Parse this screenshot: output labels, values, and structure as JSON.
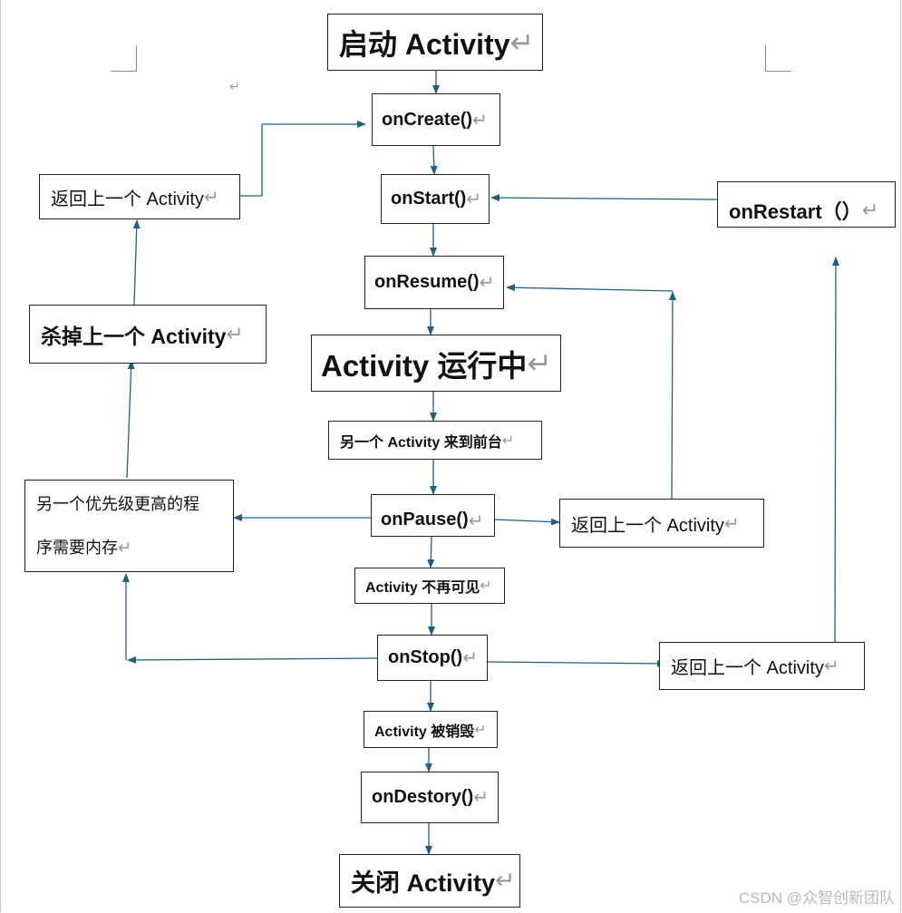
{
  "diagram": {
    "nodes": {
      "start": {
        "label": "启动 Activity"
      },
      "on_create": {
        "label": "onCreate()"
      },
      "on_start": {
        "label": "onStart()"
      },
      "on_restart": {
        "label": "onRestart（）"
      },
      "on_resume": {
        "label": "onResume()"
      },
      "running": {
        "label": "Activity 运行中"
      },
      "another_front": {
        "label": "另一个 Activity 来到前台"
      },
      "on_pause": {
        "label": "onPause()"
      },
      "not_visible": {
        "label": "Activity 不再可见"
      },
      "on_stop": {
        "label": "onStop()"
      },
      "destroyed": {
        "label": "Activity 被销毁"
      },
      "on_destroy": {
        "label": "onDestory()"
      },
      "close": {
        "label": "关闭 Activity"
      },
      "kill_prev": {
        "label": "杀掉上一个 Activity"
      },
      "back_top_left": {
        "label": "返回上一个 Activity"
      },
      "low_memory": {
        "line1": "另一个优先级更高的程",
        "line2": "序需要内存"
      },
      "back_from_pause": {
        "label": "返回上一个 Activity"
      },
      "back_from_stop": {
        "label": "返回上一个 Activity"
      }
    },
    "return_mark": "↵",
    "edges": [
      {
        "from": "start",
        "to": "on_create"
      },
      {
        "from": "on_create",
        "to": "on_start"
      },
      {
        "from": "on_start",
        "to": "on_resume"
      },
      {
        "from": "on_resume",
        "to": "running"
      },
      {
        "from": "running",
        "to": "another_front"
      },
      {
        "from": "another_front",
        "to": "on_pause"
      },
      {
        "from": "on_pause",
        "to": "not_visible"
      },
      {
        "from": "not_visible",
        "to": "on_stop"
      },
      {
        "from": "on_stop",
        "to": "destroyed"
      },
      {
        "from": "destroyed",
        "to": "on_destroy"
      },
      {
        "from": "on_destroy",
        "to": "close"
      },
      {
        "from": "on_pause",
        "to": "low_memory"
      },
      {
        "from": "on_stop",
        "to": "low_memory"
      },
      {
        "from": "low_memory",
        "to": "kill_prev"
      },
      {
        "from": "kill_prev",
        "to": "back_top_left"
      },
      {
        "from": "back_top_left",
        "to": "on_create"
      },
      {
        "from": "on_pause",
        "to": "back_from_pause"
      },
      {
        "from": "back_from_pause",
        "to": "on_resume"
      },
      {
        "from": "on_stop",
        "to": "back_from_stop"
      },
      {
        "from": "back_from_stop",
        "to": "on_restart"
      },
      {
        "from": "on_restart",
        "to": "on_start"
      }
    ],
    "arrow_color": "#1f5f86"
  },
  "watermark": "CSDN @众智创新团队"
}
